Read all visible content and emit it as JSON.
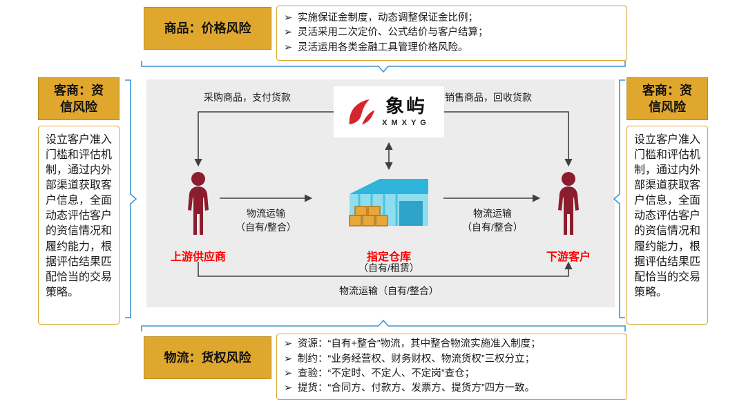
{
  "bullet_char": "➢",
  "colors": {
    "gold": "#E0A72F",
    "panel_gray": "#ECECEC",
    "highlight_red": "#FE0000",
    "person_red": "#8C1D2E",
    "brace_blue": "#3E96D2",
    "arrow_gray": "#404040",
    "logo_red": "#D6252B",
    "warehouse_cyan": "#8FDDEE"
  },
  "top_box": {
    "title": "商品：价格风险",
    "bullets": [
      "实施保证金制度，动态调整保证金比例；",
      "灵活采用二次定价、公式结价与客户结算；",
      "灵活运用各类金融工具管理价格风险。"
    ]
  },
  "left_box": {
    "title": "客商：资信风险",
    "body": "设立客户准入门槛和评估机制，通过内外部渠道获取客户信息，全面动态评估客户的资信情况和履约能力，根据评估结果匹配恰当的交易策略。"
  },
  "right_box": {
    "title": "客商：资信风险",
    "body": "设立客户准入门槛和评估机制，通过内外部渠道获取客户信息，全面动态评估客户的资信情况和履约能力，根据评估结果匹配恰当的交易策略。"
  },
  "bottom_box": {
    "title": "物流：货权风险",
    "bullets": [
      "资源：“自有+整合”物流，其中整合物流实施准入制度；",
      "制约：“业务经营权、财务财权、物流货权”三权分立；",
      "查验：“不定时、不定人、不定岗”查仓；",
      "提货：“合同方、付款方、发票方、提货方”四方一致。"
    ]
  },
  "diagram": {
    "logo_name": "象屿",
    "logo_sub": "XMXYG",
    "purchase_label": "采购商品，支付货款",
    "sales_label": "销售商品，回收货款",
    "supplier_label": "上游供应商",
    "warehouse_label": "指定仓库",
    "warehouse_sub": "（自有/租赁）",
    "customer_label": "下游客户",
    "logistics_left": "物流运输\n（自有/整合）",
    "logistics_right": "物流运输\n（自有/整合）",
    "logistics_bottom": "物流运输（自有/整合）"
  }
}
